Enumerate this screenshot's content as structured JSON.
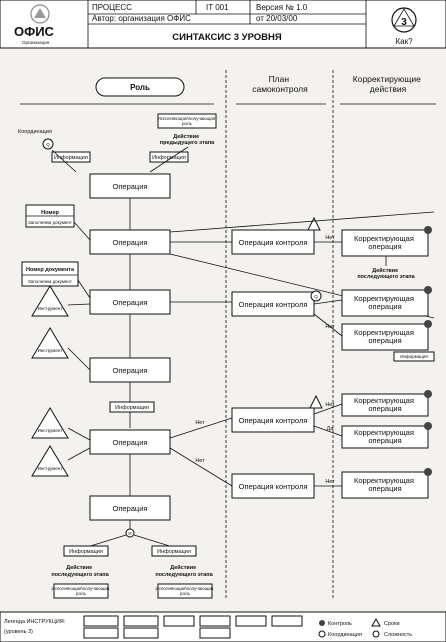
{
  "header": {
    "logo_text": "ОФИС",
    "logo_sub": "Организация",
    "process_label": "ПРОЦЕСС",
    "code": "IT 001",
    "version": "Версия № 1.0",
    "author": "Автор: организация ОФИС",
    "date": "от 20/03/00",
    "title": "СИНТАКСИС 3 УРОВНЯ",
    "level_number": "3",
    "how_label": "Как?"
  },
  "columns": {
    "plan": "План\nсамоконтроля",
    "corrective": "Корректирующие\nдействия"
  },
  "nodes": {
    "role": "Роль",
    "operation": "Операция",
    "control_operation": "Операция контроля",
    "corrective_operation": "Корректирующая\nоперация",
    "action_next": "Действие\nпоследующего этапа",
    "action_prev": "Действие\nпредыдущего этапа",
    "executor_role": "Исполняющая\\получающая\nроль",
    "executor_role_short": "Исполняющая\\получающая\nроль",
    "information": "Информация",
    "instrument": "Инструмент",
    "number": "Номер",
    "fill_doc": "Заполняем документ",
    "doc_number": "Номер документа",
    "check_value": "Координация",
    "no": "Нет",
    "yes": "Да"
  },
  "legend": {
    "title": "Легенда ИНСТРУКЦИЯ:",
    "level": "(уровень 3)",
    "items": [
      "Контроль",
      "Координация",
      "Сроки",
      "Сложность"
    ]
  }
}
